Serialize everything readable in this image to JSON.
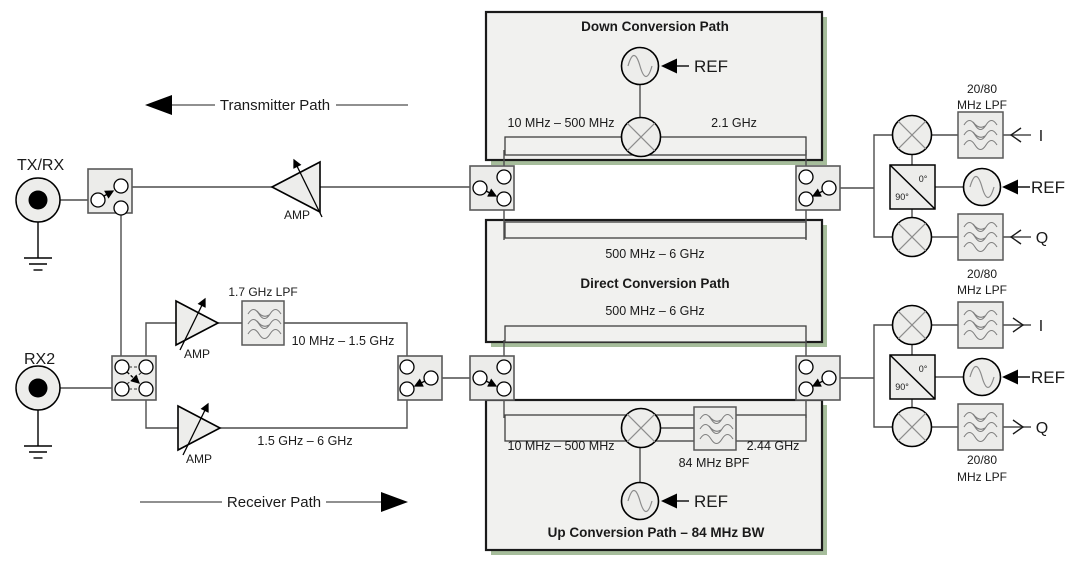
{
  "labels": {
    "txrx": "TX/RX",
    "rx2": "RX2",
    "transmitter_path": "Transmitter Path",
    "receiver_path": "Receiver Path",
    "amp": "AMP",
    "ref": "REF",
    "i": "I",
    "q": "Q",
    "deg_0": "0°",
    "deg_90": "90°",
    "lpf_2080_l1": "20/80",
    "lpf_2080_l2": "MHz LPF",
    "lpf_17ghz": "1.7 GHz LPF",
    "rx_low_range": "10 MHz – 1.5 GHz",
    "rx_high_range": "1.5 GHz – 6 GHz"
  },
  "down_conversion": {
    "title": "Down Conversion Path",
    "if_range": "10 MHz – 500 MHz",
    "lo_freq": "2.1 GHz"
  },
  "direct_conversion": {
    "title": "Direct Conversion Path",
    "range_top": "500 MHz – 6 GHz",
    "range_bottom": "500 MHz – 6 GHz"
  },
  "up_conversion": {
    "title": "Up Conversion Path – 84 MHz BW",
    "if_range": "10 MHz – 500 MHz",
    "lo_freq": "2.44 GHz",
    "bpf_label": "84 MHz BPF"
  },
  "colors": {
    "box_fill": "#f1f1ef",
    "box_shadow": "#a6bd9b",
    "component_fill": "#ececea",
    "line": "#4d4d4d"
  }
}
